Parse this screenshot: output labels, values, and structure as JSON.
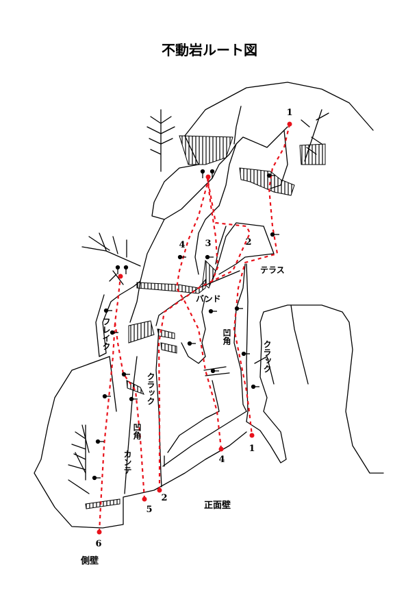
{
  "title": "不動岩ルート図",
  "colors": {
    "route": "#e8121b",
    "line": "#000000"
  },
  "routes": [
    {
      "id": "1",
      "label": "1"
    },
    {
      "id": "2",
      "label": "2"
    },
    {
      "id": "3",
      "label": "3"
    },
    {
      "id": "4",
      "label": "4"
    },
    {
      "id": "5",
      "label": "5"
    },
    {
      "id": "6",
      "label": "6"
    }
  ],
  "features": {
    "terrace": "テラス",
    "band": "バンド",
    "dihedral_upper": "凹角",
    "dihedral_lower": "凹角",
    "crack_right": "クラック",
    "crack_left": "クラック",
    "flake": "フレイク",
    "kante": "カンテ"
  },
  "walls": {
    "front": "正面壁",
    "side": "側壁"
  }
}
